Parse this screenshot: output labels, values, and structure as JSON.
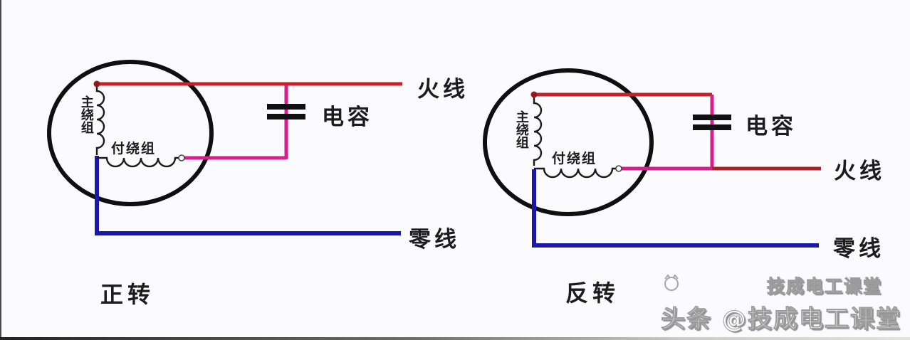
{
  "colors": {
    "live_wire": "#c2232a",
    "live_wire_dark": "#a82028",
    "capacitor_wire": "#d61f8c",
    "neutral_wire": "#1b17a8",
    "motor_outline": "#0f0f0f",
    "coil_stroke": "#1a1a1a",
    "capacitor_plate": "#111111",
    "terminal_dot": "#8f1b22",
    "label_text": "#1c1c1c",
    "background": "#fbfafc"
  },
  "left_diagram": {
    "caption": "正转",
    "main_winding_label": "主绕组",
    "aux_winding_label": "付绕组",
    "capacitor_label": "电容",
    "live_label": "火线",
    "neutral_label": "零线"
  },
  "right_diagram": {
    "caption": "反转",
    "main_winding_label": "主绕组",
    "aux_winding_label": "付绕组",
    "capacitor_label": "电容",
    "live_label": "火线",
    "neutral_label": "零线"
  },
  "watermark": {
    "line1": "技成电工课堂",
    "line2": "头条 @技成电工课堂"
  }
}
